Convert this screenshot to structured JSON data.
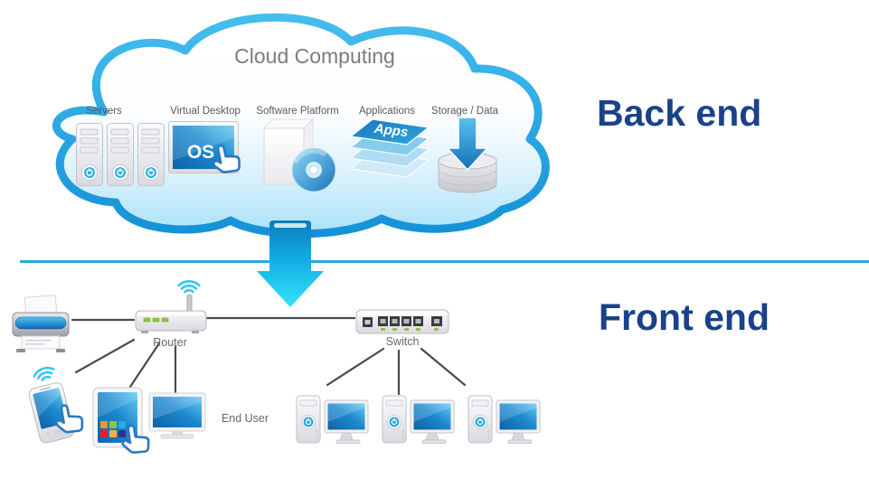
{
  "cloud": {
    "title": "Cloud Computing",
    "items": [
      {
        "label": "Servers"
      },
      {
        "label": "Virtual Desktop",
        "screen_text": "OS"
      },
      {
        "label": "Software Platform"
      },
      {
        "label": "Applications",
        "stack_text": "Apps"
      },
      {
        "label": "Storage / Data"
      }
    ]
  },
  "sections": {
    "back_end": "Back end",
    "front_end": "Front end"
  },
  "network": {
    "router_label": "Router",
    "switch_label": "Switch",
    "end_user_label": "End User"
  },
  "icons": [
    "cloud-icon",
    "servers-icon",
    "virtual-desktop-icon",
    "software-platform-icon",
    "applications-icon",
    "storage-data-icon",
    "download-arrow-icon",
    "printer-icon",
    "router-icon",
    "wifi-icon",
    "switch-icon",
    "smartphone-icon",
    "tablet-icon",
    "monitor-icon",
    "desktop-pc-icon",
    "cursor-hand-icon"
  ],
  "colors": {
    "cloud_outline": "#29ABE2",
    "divider": "#29ABE2",
    "section_label": "#1A428A",
    "title_gray": "#7C7C7C",
    "connector": "#4A4A4A",
    "led_green": "#8CC63F",
    "screen_blue": "#1E8AD0",
    "arrow_cyan": "#36E3FA"
  }
}
